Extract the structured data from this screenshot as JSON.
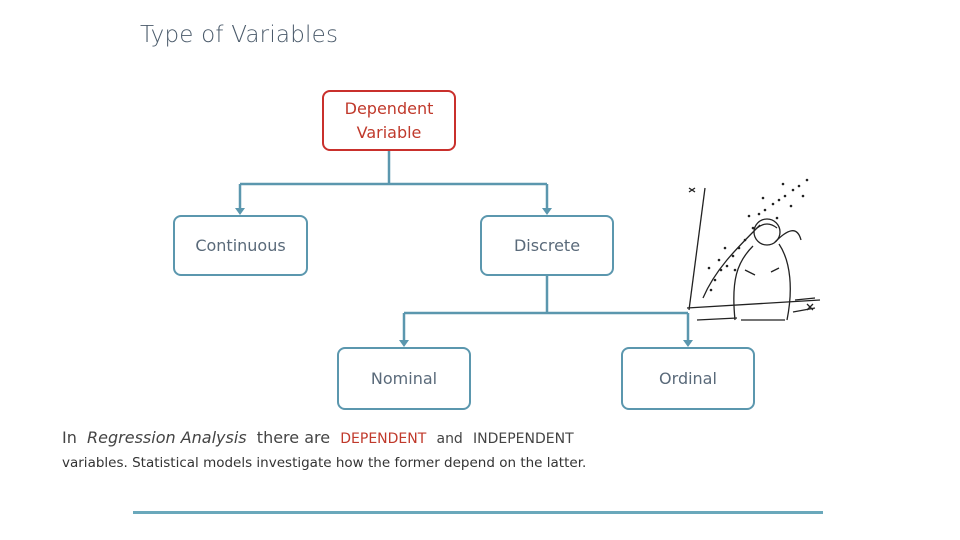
{
  "title": "Type of Variables",
  "diagram": {
    "root": "Dependent\nVariable",
    "level1": [
      "Continuous",
      "Discrete"
    ],
    "level2": [
      "Nominal",
      "Ordinal"
    ]
  },
  "caption": {
    "in": "In",
    "regression": "Regression Analysis",
    "there_are": "there are",
    "dependent": "DEPENDENT",
    "and": "and",
    "independent": "INDEPENDENT",
    "line2": "variables. Statistical models investigate how the former depend on the latter."
  },
  "colors": {
    "teal": "#5b97ae",
    "red": "#c9302c",
    "rule": "#6aa8bb"
  },
  "illustration": "person-plotting-scatter-on-wall"
}
